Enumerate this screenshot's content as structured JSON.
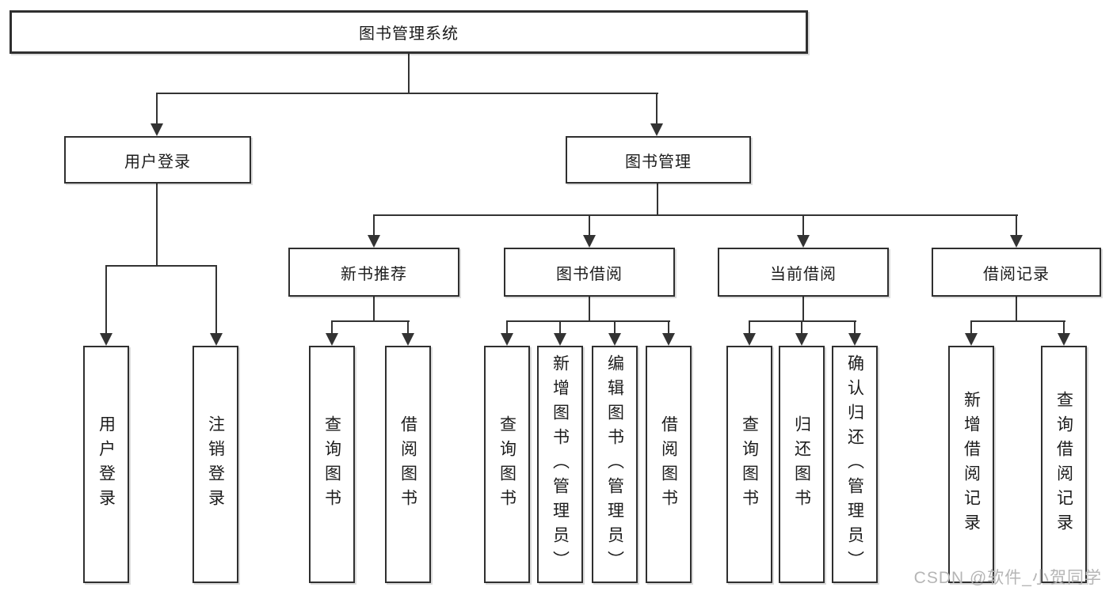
{
  "diagram_title": "图书管理系统",
  "nodes": {
    "root": "图书管理系统",
    "user_login": "用户登录",
    "book_mgmt": "图书管理",
    "new_book": "新书推荐",
    "book_borrow": "图书借阅",
    "current_borrow": "当前借阅",
    "borrow_record": "借阅记录",
    "leaf_user_login": "用户登录",
    "leaf_logout": "注销登录",
    "nb_query": "查询图书",
    "nb_borrow": "借阅图书",
    "bb_query": "查询图书",
    "bb_add": "新增图书（管理员）",
    "bb_edit": "编辑图书（管理员）",
    "bb_borrow": "借阅图书",
    "cb_query": "查询图书",
    "cb_return": "归还图书",
    "cb_confirm": "确认归还（管理员）",
    "br_add": "新增借阅记录",
    "br_query": "查询借阅记录"
  },
  "hierarchy": {
    "图书管理系统": {
      "用户登录": [
        "用户登录",
        "注销登录"
      ],
      "图书管理": {
        "新书推荐": [
          "查询图书",
          "借阅图书"
        ],
        "图书借阅": [
          "查询图书",
          "新增图书（管理员）",
          "编辑图书（管理员）",
          "借阅图书"
        ],
        "当前借阅": [
          "查询图书",
          "归还图书",
          "确认归还（管理员）"
        ],
        "借阅记录": [
          "新增借阅记录",
          "查询借阅记录"
        ]
      }
    }
  },
  "watermark": "CSDN @软件_小贺同学",
  "colors": {
    "line": "#333333",
    "border": "#2f2f2f",
    "text": "#1c1c1c",
    "watermark": "#b5b5b5",
    "background": "#ffffff"
  }
}
